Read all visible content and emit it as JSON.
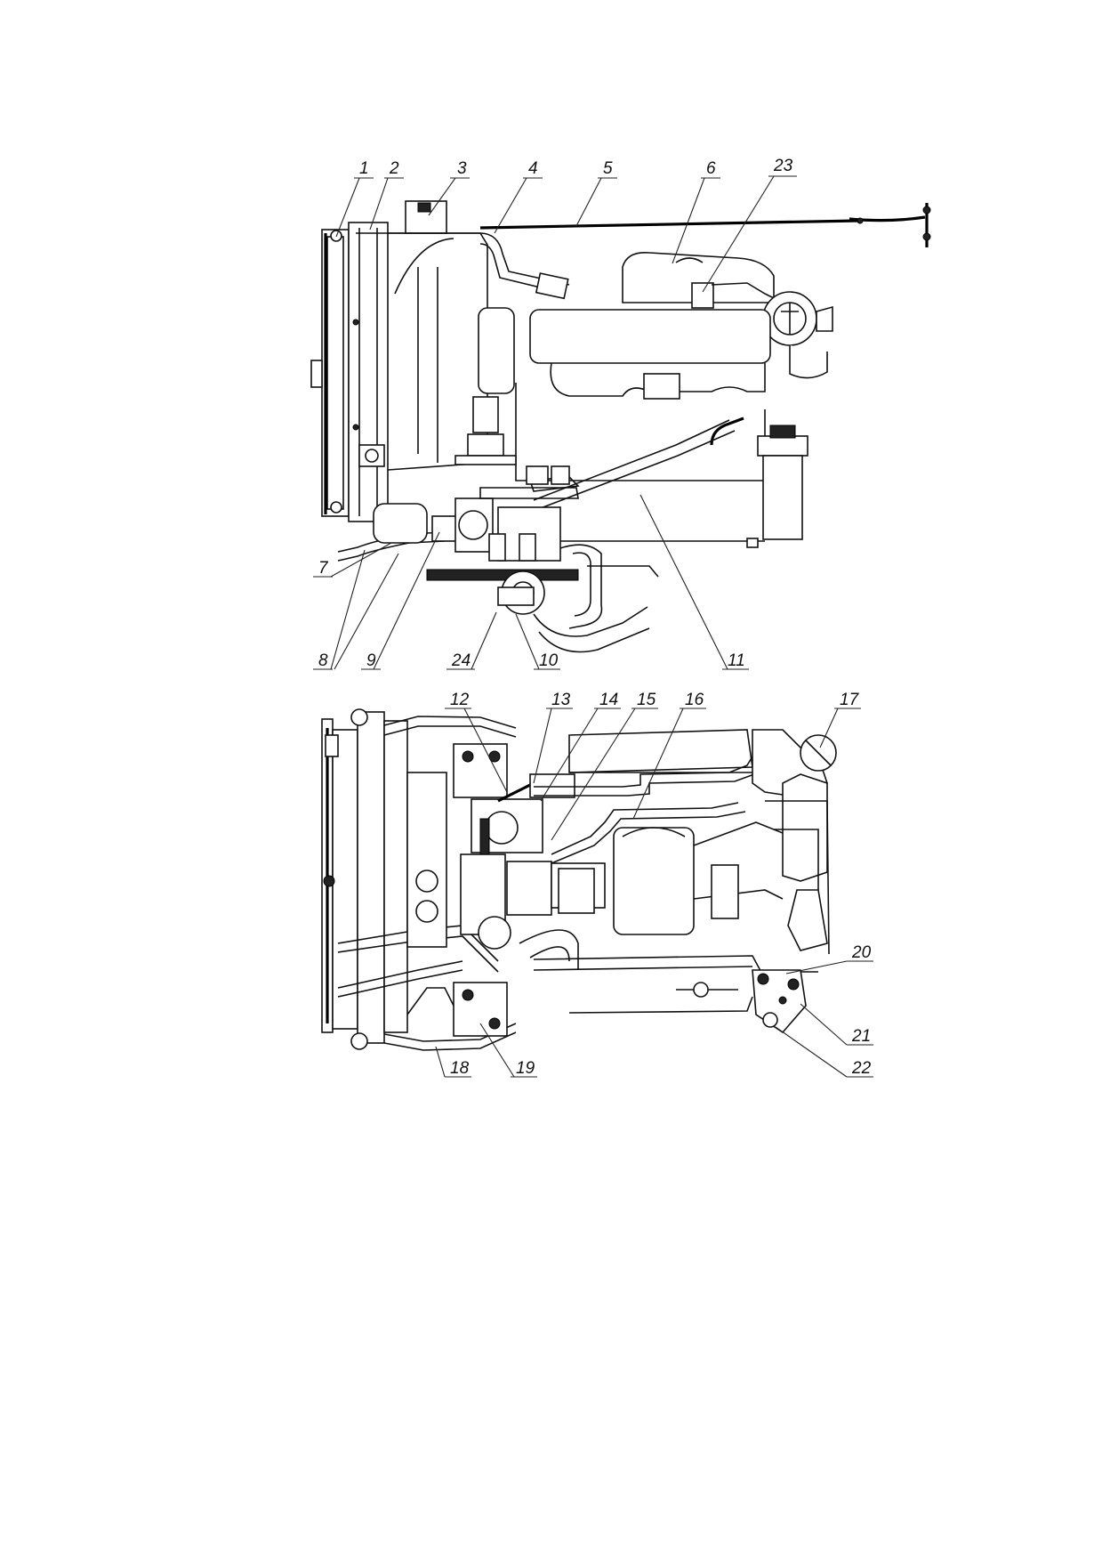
{
  "callouts": [
    {
      "id": "c1",
      "label": "1"
    },
    {
      "id": "c2",
      "label": "2"
    },
    {
      "id": "c3",
      "label": "3"
    },
    {
      "id": "c4",
      "label": "4"
    },
    {
      "id": "c5",
      "label": "5"
    },
    {
      "id": "c6",
      "label": "6"
    },
    {
      "id": "c23",
      "label": "23"
    },
    {
      "id": "c7",
      "label": "7"
    },
    {
      "id": "c8",
      "label": "8"
    },
    {
      "id": "c9",
      "label": "9"
    },
    {
      "id": "c24",
      "label": "24"
    },
    {
      "id": "c10",
      "label": "10"
    },
    {
      "id": "c11",
      "label": "11"
    },
    {
      "id": "c12",
      "label": "12"
    },
    {
      "id": "c13",
      "label": "13"
    },
    {
      "id": "c14",
      "label": "14"
    },
    {
      "id": "c15",
      "label": "15"
    },
    {
      "id": "c16",
      "label": "16"
    },
    {
      "id": "c17",
      "label": "17"
    },
    {
      "id": "c20",
      "label": "20"
    },
    {
      "id": "c21",
      "label": "21"
    },
    {
      "id": "c22",
      "label": "22"
    },
    {
      "id": "c18",
      "label": "18"
    },
    {
      "id": "c19",
      "label": "19"
    }
  ]
}
